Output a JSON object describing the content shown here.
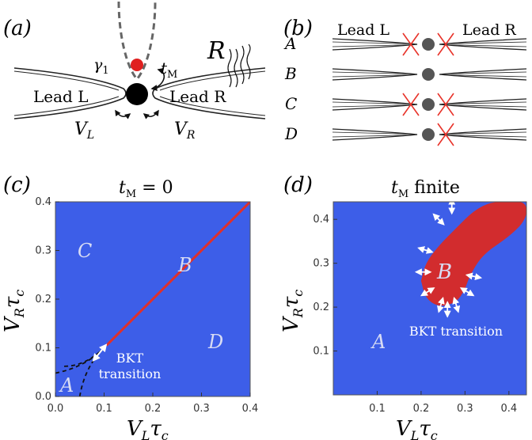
{
  "panel_a": {
    "label": "(a)",
    "gamma": "γ",
    "gamma_sub": "1",
    "tm": "t",
    "tm_sub": "M",
    "R": "R",
    "lead_l": "Lead L",
    "lead_r": "Lead R",
    "vl": "V",
    "vl_sub": "L",
    "vr": "V",
    "vr_sub": "R",
    "colors": {
      "dot": "#000000",
      "majorana": "#e02020",
      "wire": "#666666"
    }
  },
  "panel_b": {
    "label": "(b)",
    "lead_l": "Lead L",
    "lead_r": "Lead R",
    "rows": [
      {
        "name": "A",
        "cut_left": true,
        "cut_right": true
      },
      {
        "name": "B",
        "cut_left": false,
        "cut_right": false
      },
      {
        "name": "C",
        "cut_left": true,
        "cut_right": true
      },
      {
        "name": "D",
        "cut_left": false,
        "cut_right": true
      }
    ],
    "colors": {
      "cut": "#e8332a",
      "dot": "#555555"
    }
  },
  "panel_c": {
    "label": "(c)",
    "title_t": "t",
    "title_sub": "M",
    "title_rest": " = 0",
    "xlabel_v": "V",
    "xlabel_sub": "L",
    "xlabel_tau": "τ",
    "xlabel_c": "c",
    "ylabel_v": "V",
    "ylabel_sub": "R",
    "ylabel_tau": "τ",
    "ylabel_c": "c",
    "xticks": [
      "0.0",
      "0.1",
      "0.2",
      "0.3",
      "0.4"
    ],
    "yticks": [
      "0.0",
      "0.1",
      "0.2",
      "0.3",
      "0.4"
    ],
    "region_labels": {
      "A": "A",
      "B": "B",
      "C": "C",
      "D": "D"
    },
    "bkt_line1": "BKT",
    "bkt_line2": "transition"
  },
  "panel_d": {
    "label": "(d)",
    "title_t": "t",
    "title_sub": "M",
    "title_rest": " finite",
    "xlabel_v": "V",
    "xlabel_sub": "L",
    "xlabel_tau": "τ",
    "xlabel_c": "c",
    "ylabel_v": "V",
    "ylabel_sub": "R",
    "ylabel_tau": "τ",
    "ylabel_c": "c",
    "xticks": [
      "0.1",
      "0.2",
      "0.3",
      "0.4"
    ],
    "yticks": [
      "0.1",
      "0.2",
      "0.3",
      "0.4"
    ],
    "region_labels": {
      "A": "A",
      "B": "B"
    },
    "bkt": "BKT transition"
  },
  "chart_data": [
    {
      "type": "heatmap",
      "title": "t_M = 0",
      "xlabel": "V_L τ_c",
      "ylabel": "V_R τ_c",
      "xlim": [
        0,
        0.4
      ],
      "ylim": [
        0,
        0.4
      ],
      "phases": [
        "A",
        "B",
        "C",
        "D"
      ],
      "B_line": {
        "x": [
          0.105,
          0.4
        ],
        "y": [
          0.105,
          0.4
        ]
      },
      "colors": {
        "background": "#3d5ee8",
        "B_phase": "#e0302a"
      }
    },
    {
      "type": "heatmap",
      "title": "t_M finite",
      "xlabel": "V_L τ_c",
      "ylabel": "V_R τ_c",
      "xlim": [
        0,
        0.44
      ],
      "ylim": [
        0,
        0.44
      ],
      "phases": [
        "A",
        "B"
      ],
      "B_region_boundary": {
        "x": [
          0.2,
          0.21,
          0.24,
          0.28,
          0.32,
          0.36,
          0.4,
          0.44,
          0.44,
          0.4,
          0.34,
          0.31,
          0.3,
          0.28,
          0.24,
          0.21,
          0.2
        ],
        "y": [
          0.26,
          0.3,
          0.34,
          0.38,
          0.42,
          0.44,
          0.44,
          0.44,
          0.4,
          0.36,
          0.32,
          0.27,
          0.24,
          0.21,
          0.2,
          0.22,
          0.26
        ]
      },
      "colors": {
        "background": "#3d5ee8",
        "B_phase": "#d22c2e"
      }
    }
  ]
}
